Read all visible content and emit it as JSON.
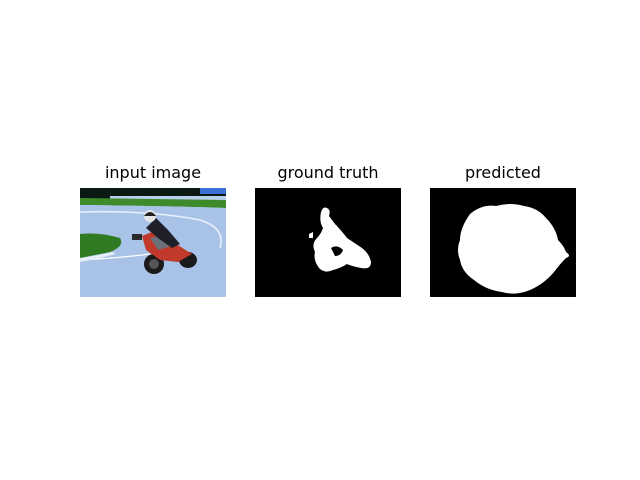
{
  "figure": {
    "panels": [
      {
        "title": "input image"
      },
      {
        "title": "ground truth"
      },
      {
        "title": "predicted"
      }
    ]
  },
  "colors": {
    "mask_background": "#000000",
    "mask_foreground": "#ffffff",
    "road": "#a9c3e8",
    "grass": "#3d8b2a",
    "bike_red": "#c0392b"
  }
}
